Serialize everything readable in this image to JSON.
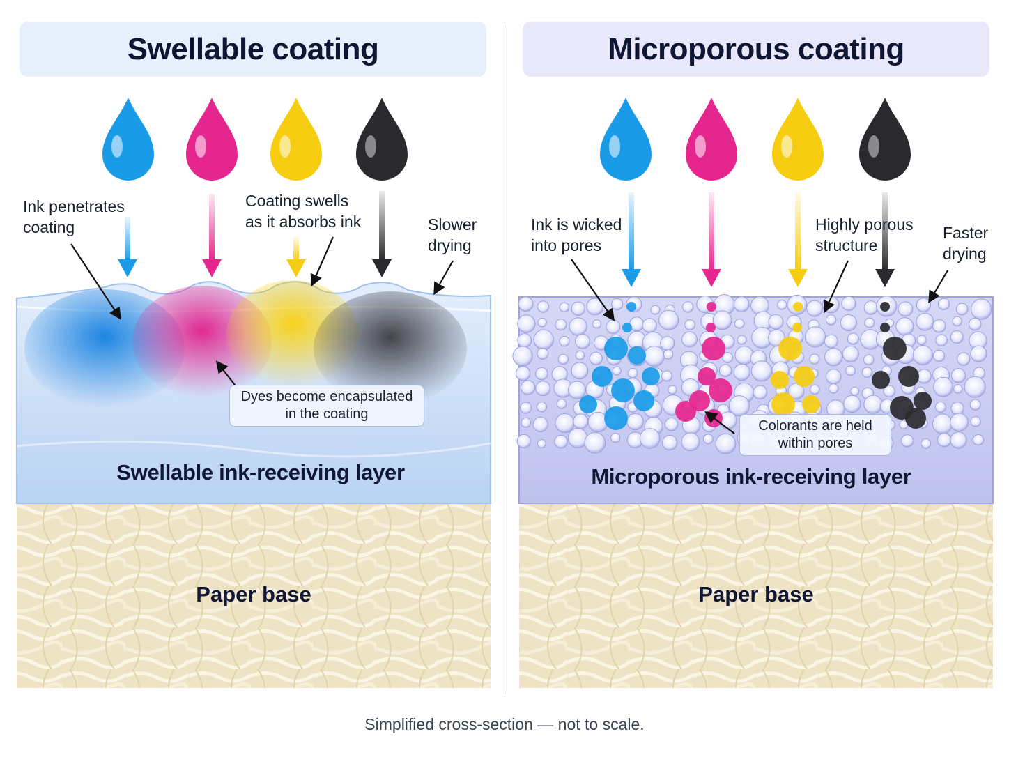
{
  "panels": {
    "left": {
      "title": "Swellable coating",
      "drops": [
        {
          "color": "#1a9be8",
          "name": "cyan"
        },
        {
          "color": "#e6268f",
          "name": "magenta"
        },
        {
          "color": "#f6cd10",
          "name": "yellow"
        },
        {
          "color": "#2a2a2e",
          "name": "black"
        }
      ],
      "labels": {
        "penetrates": "Ink penetrates\ncoating",
        "swells": "Coating swells\nas it absorbs ink",
        "slower": "Slower\ndrying",
        "encapsulated": "Dyes become encapsulated\nin the coating"
      },
      "layer_label": "Swellable ink-receiving layer",
      "paper_label": "Paper base"
    },
    "right": {
      "title": "Microporous coating",
      "drops": [
        {
          "color": "#1a9be8",
          "name": "cyan"
        },
        {
          "color": "#e6268f",
          "name": "magenta"
        },
        {
          "color": "#f6cd10",
          "name": "yellow"
        },
        {
          "color": "#2a2a2e",
          "name": "black"
        }
      ],
      "labels": {
        "wicked": "Ink is wicked\ninto pores",
        "porous": "Highly porous\nstructure",
        "faster": "Faster\ndrying",
        "held": "Colorants are held\nwithin pores"
      },
      "layer_label": "Microporous ink-receiving layer",
      "paper_label": "Paper base"
    }
  },
  "colors": {
    "swell_layer": "#cfe1fa",
    "porous_layer": "#c9cbf2",
    "paper": "#efe4c9",
    "fiber": "#f8f1df"
  },
  "footnote": "Simplified cross-section — not to scale."
}
